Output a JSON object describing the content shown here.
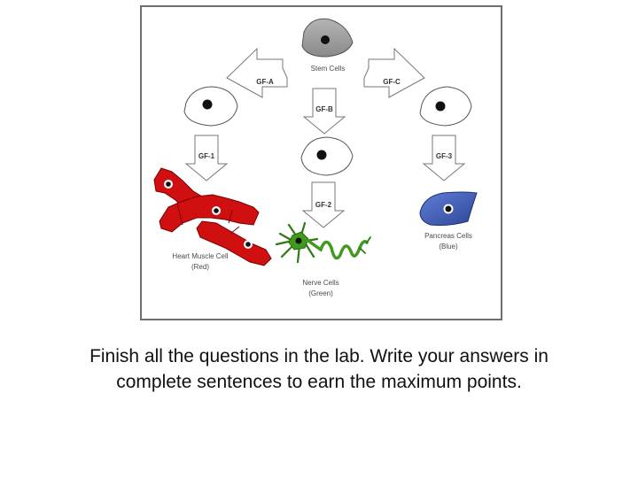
{
  "diagram": {
    "stem_cells_label": "Stem Cells",
    "growth_factors": {
      "a": "GF-A",
      "b": "GF-B",
      "c": "GF-C",
      "one": "GF-1",
      "two": "GF-2",
      "three": "GF-3"
    },
    "heart_label": "Heart Muscle Cell",
    "heart_color_label": "(Red)",
    "nerve_label": "Nerve Cells",
    "nerve_color_label": "(Green)",
    "pancreas_label": "Pancreas Cells",
    "pancreas_color_label": "(Blue)",
    "colors": {
      "stem_cell": "#9a9a9a",
      "heart": "#d01010",
      "nerve": "#3f9a1f",
      "pancreas": "#3b58b0"
    }
  },
  "caption": {
    "line1": "Finish all the questions in the lab.  Write your answers in",
    "line2": "complete sentences to earn the maximum points."
  }
}
